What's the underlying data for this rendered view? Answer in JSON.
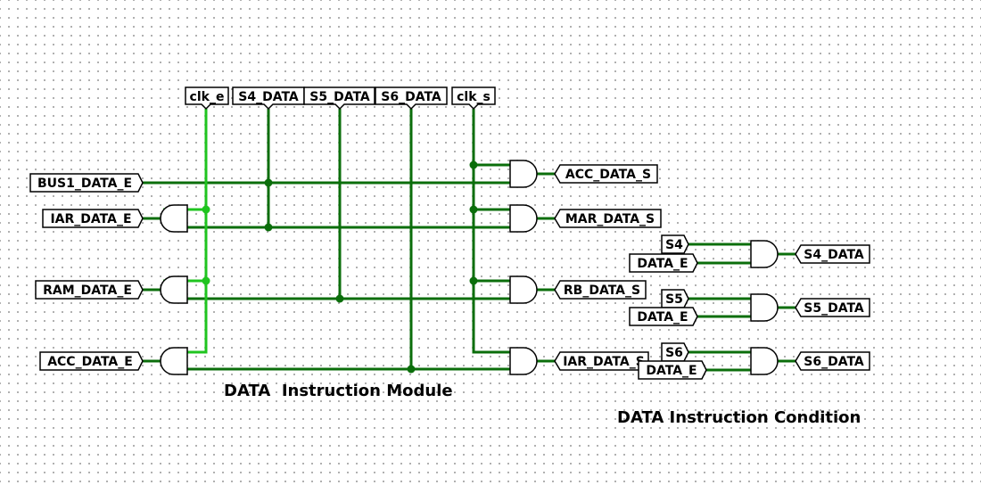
{
  "module": {
    "title": "DATA  Instruction Module",
    "top_pins": {
      "clk_e": "clk_e",
      "s4_data": "S4_DATA",
      "s5_data": "S5_DATA",
      "s6_data": "S6_DATA",
      "clk_s": "clk_s"
    },
    "input_pins": {
      "bus1_data_e": "BUS1_DATA_E",
      "iar_data_e": "IAR_DATA_E",
      "ram_data_e": "RAM_DATA_E",
      "acc_data_e": "ACC_DATA_E"
    },
    "output_pins": {
      "acc_data_s": "ACC_DATA_S",
      "mar_data_s": "MAR_DATA_S",
      "rb_data_s": "RB_DATA_S",
      "iar_data_s": "IAR_DATA_S"
    }
  },
  "condition": {
    "title": "DATA Instruction Condition",
    "inputs": {
      "s4": "S4",
      "s5": "S5",
      "s6": "S6",
      "data_e_1": "DATA_E",
      "data_e_2": "DATA_E",
      "data_e_3": "DATA_E"
    },
    "outputs": {
      "s4_data": "S4_DATA",
      "s5_data": "S5_DATA",
      "s6_data": "S6_DATA"
    }
  },
  "colors": {
    "wire_dark": "#0b6e0b",
    "wire_bright": "#1fc41f",
    "gate_stroke": "#000000"
  }
}
